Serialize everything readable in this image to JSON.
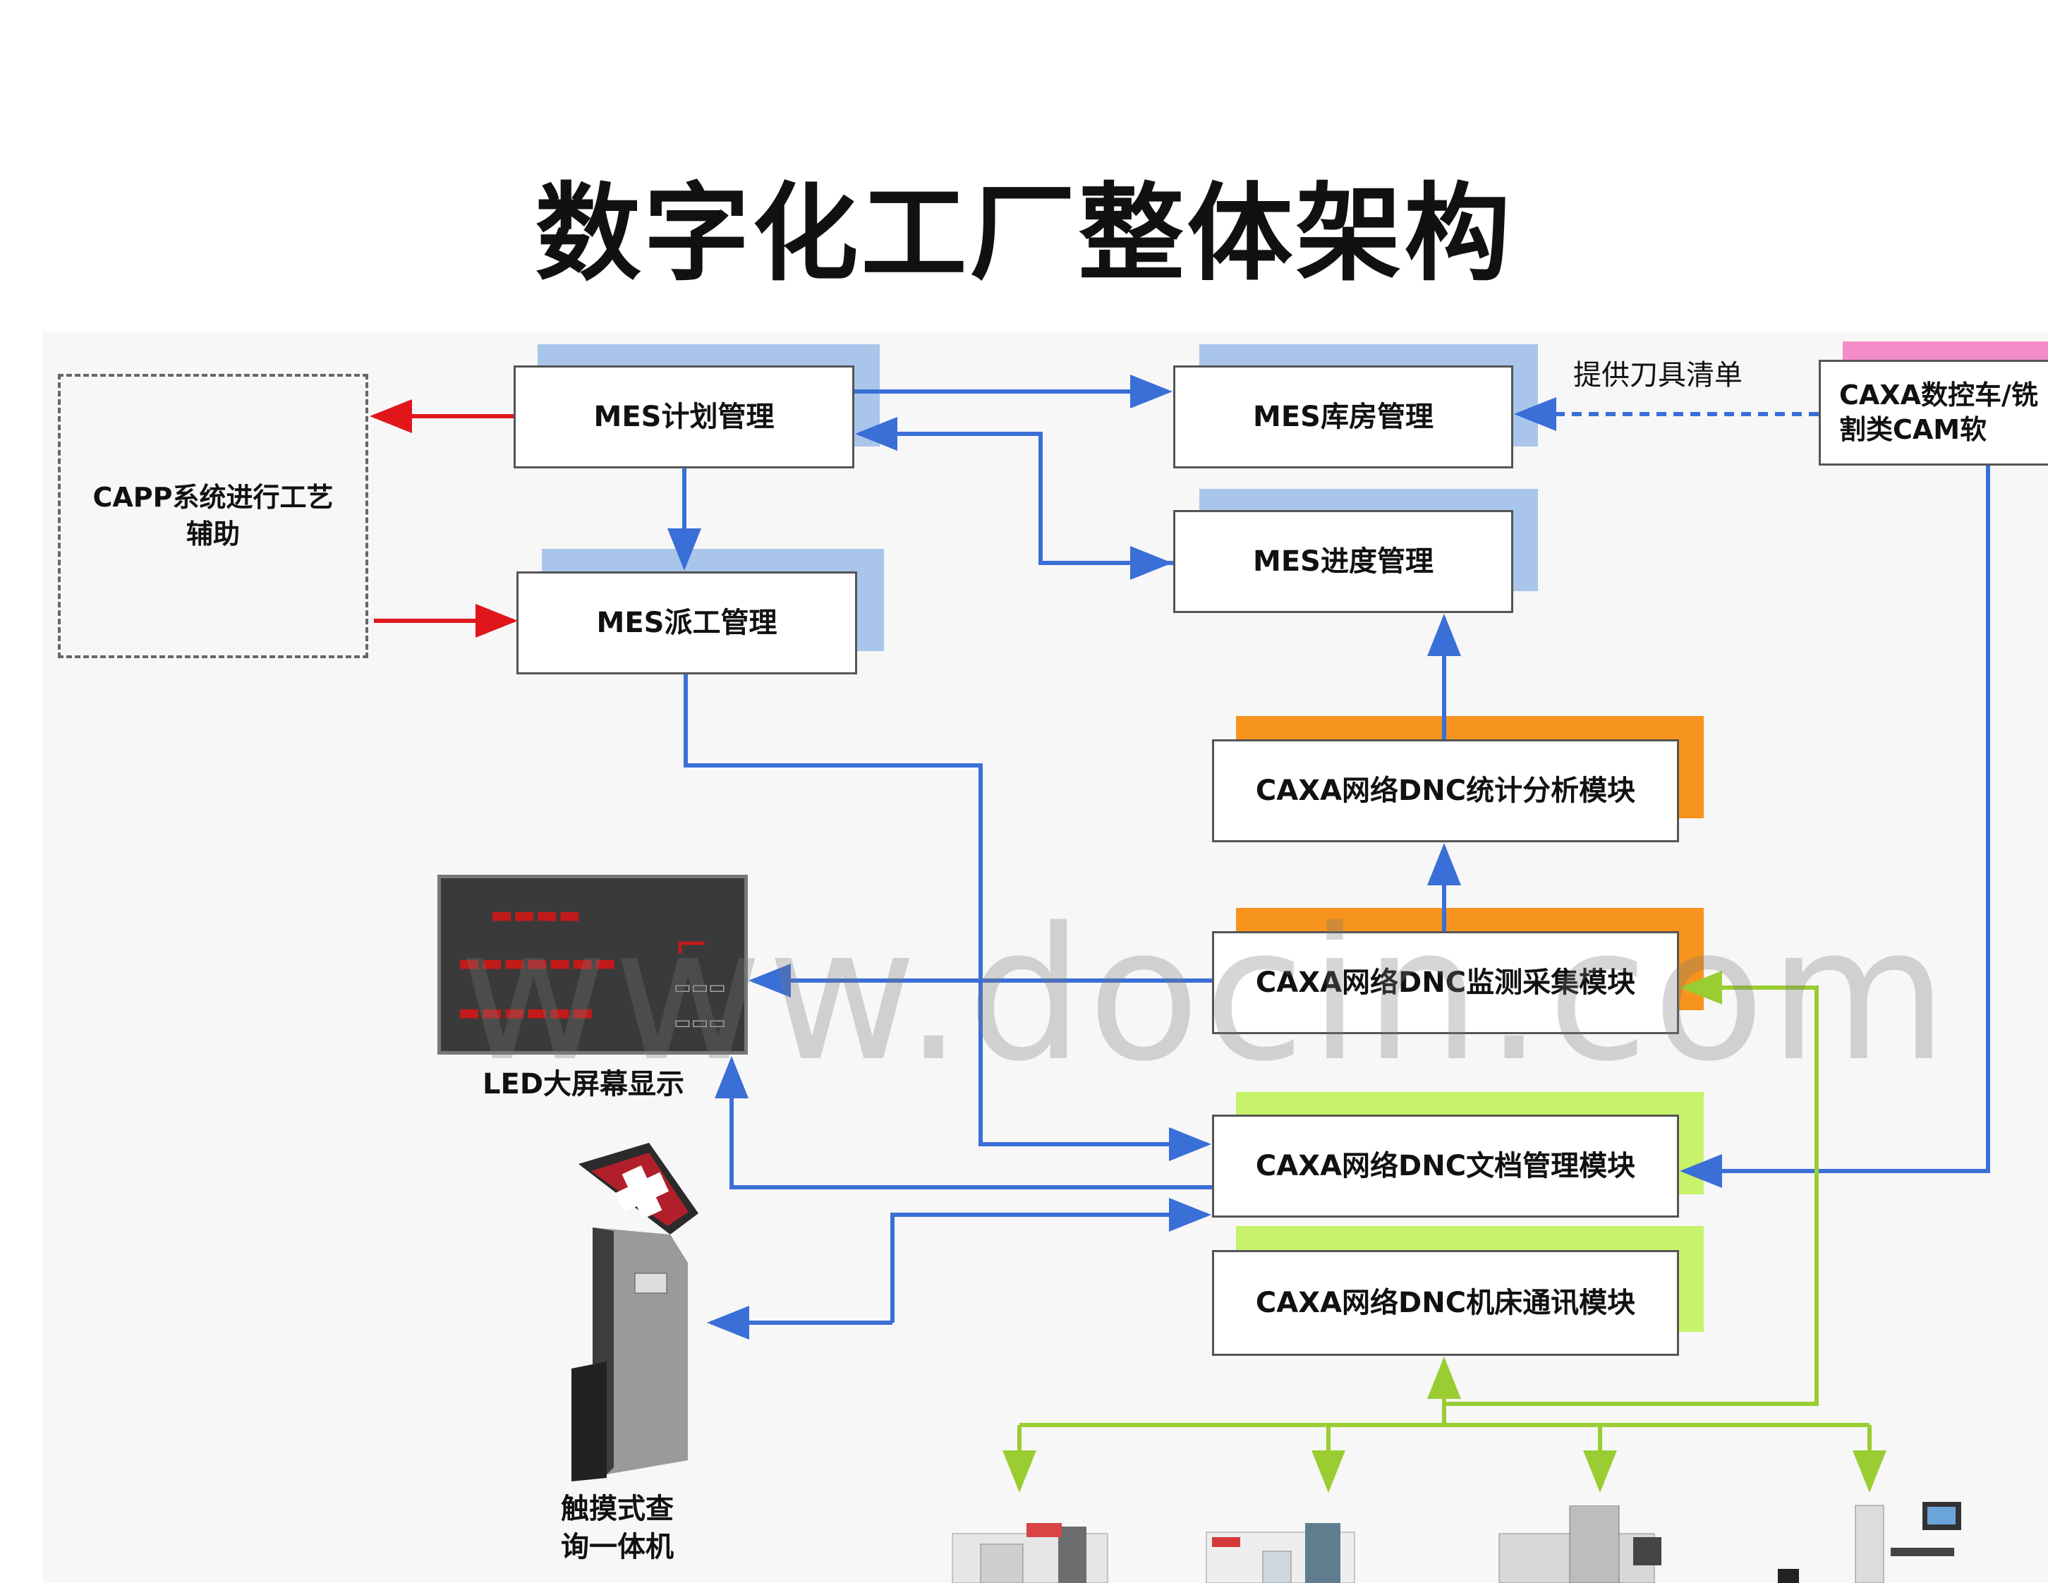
{
  "title": "数字化工厂整体架构",
  "nodes": {
    "capp": "CAPP系统进行工艺\n辅助",
    "mes_plan": "MES计划管理",
    "mes_dispatch": "MES派工管理",
    "mes_warehouse": "MES库房管理",
    "mes_progress": "MES进度管理",
    "caxa_cam": "CAXA数控车/铣\n割类CAM软",
    "dnc_stats": "CAXA网络DNC统计分析模块",
    "dnc_monitor": "CAXA网络DNC监测采集模块",
    "dnc_docs": "CAXA网络DNC文档管理模块",
    "dnc_comm": "CAXA网络DNC机床通讯模块"
  },
  "labels": {
    "tool_list": "提供刀具清单",
    "led": "LED大屏幕显示",
    "kiosk": "触摸式查\n询一体机"
  },
  "watermark": "www.docin.com",
  "colors": {
    "blue_arrow": "#3a6fd8",
    "red_arrow": "#e0161b",
    "green_arrow": "#9acd32",
    "shadow_blue": "#a9c6ea",
    "shadow_orange": "#f7941d",
    "shadow_green": "#c6f36a",
    "shadow_pink": "#f48cc8"
  }
}
